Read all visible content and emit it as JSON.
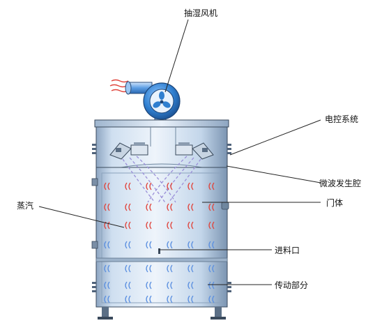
{
  "labels": {
    "fan": "抽湿风机",
    "control": "电控系统",
    "microwave": "微波发生腔",
    "door": "门体",
    "steam": "蒸汽",
    "inlet": "进料口",
    "drive": "传动部分"
  },
  "colors": {
    "body_light": "#e4edf7",
    "body_mid": "#b9cfe6",
    "body_dark": "#7f98b4",
    "outline": "#3a4a5c",
    "fan_blue": "#2f7fd0",
    "heat_red": "#e0443c",
    "steam_blue": "#5a8fe0",
    "wave_purple": "#9a8fd8"
  }
}
